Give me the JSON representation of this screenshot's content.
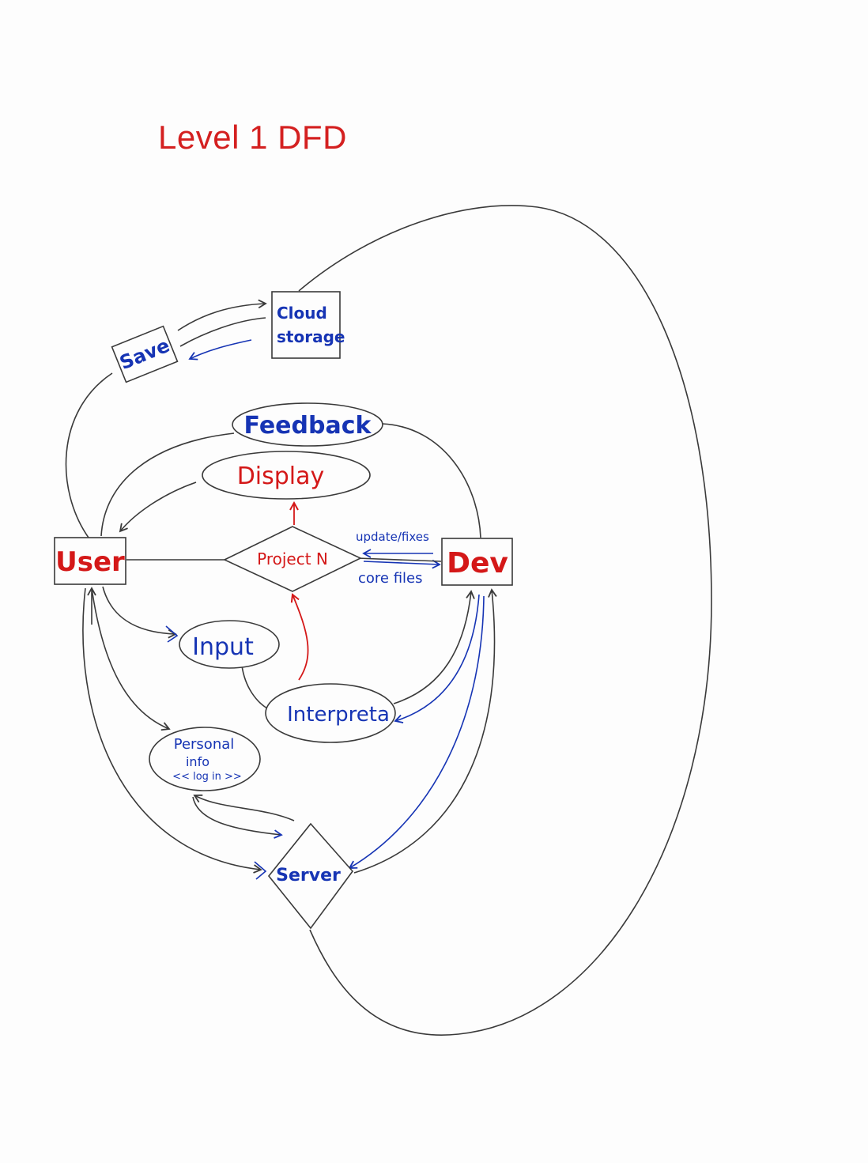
{
  "title": "Level 1 DFD",
  "colors": {
    "title": "#d42020",
    "label_blue": "#1634b4",
    "label_red": "#d41818",
    "line": "#3a3a3a"
  },
  "nodes": {
    "user": "User",
    "dev": "Dev",
    "project": "Project N",
    "cloud_storage_line1": "Cloud",
    "cloud_storage_line2": "storage",
    "save": "Save",
    "feedback": "Feedback",
    "display": "Display",
    "input": "Input",
    "interpreta": "Interpreta",
    "personal_line1": "Personal",
    "personal_line2": "info",
    "personal_line3": "<< log in >>",
    "server": "Server"
  },
  "edge_labels": {
    "update_fixes": "update/fixes",
    "core_files": "core files"
  }
}
